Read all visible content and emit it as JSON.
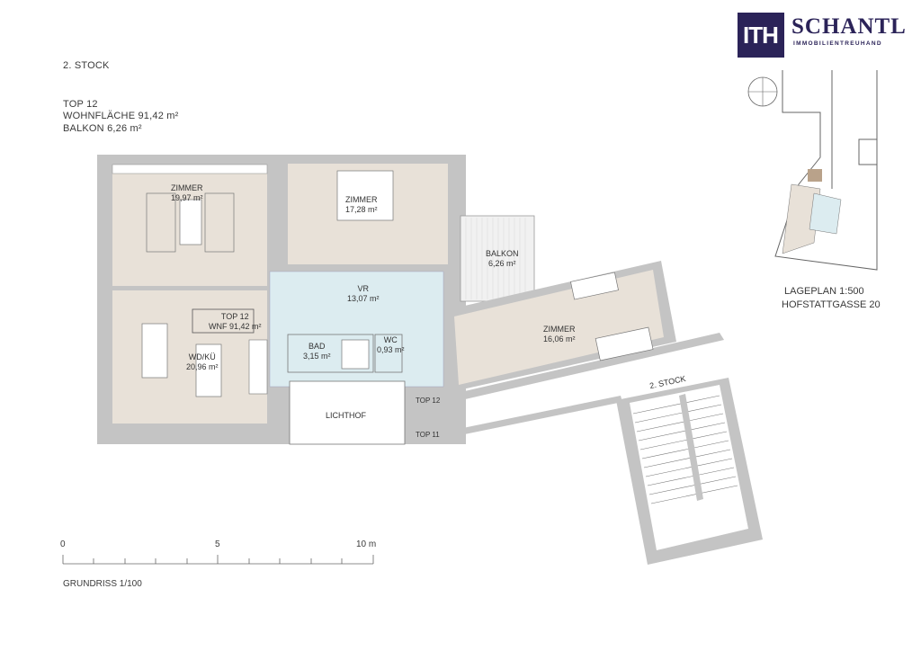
{
  "header": {
    "floor": "2. STOCK",
    "unit": "TOP  12",
    "living_area": "WOHNFLÄCHE 91,42 m²",
    "balcony_area": "BALKON 6,26 m²"
  },
  "brand": {
    "logo_mark": "ITH",
    "name": "SCHANTL",
    "tagline": "IMMOBILIENTREUHAND",
    "color": "#2b2358"
  },
  "site_plan": {
    "label_line1": "LAGEPLAN 1:500",
    "label_line2": "HOFSTATTGASSE 20"
  },
  "rooms": [
    {
      "name": "ZIMMER",
      "area": "19,97 m²"
    },
    {
      "name": "ZIMMER",
      "area": "17,28 m²"
    },
    {
      "name": "BALKON",
      "area": "6,26 m²"
    },
    {
      "name": "VR",
      "area": "13,07 m²"
    },
    {
      "name": "WD/KÜ",
      "area": "20,96 m²"
    },
    {
      "name": "BAD",
      "area": "3,15 m²"
    },
    {
      "name": "WC",
      "area": "0,93 m²"
    },
    {
      "name": "ZIMMER",
      "area": "16,06 m²"
    },
    {
      "name": "LICHTHOF",
      "area": ""
    }
  ],
  "unit_tag": {
    "line1": "TOP 12",
    "line2": "WNF 91,42 m²"
  },
  "door_labels": {
    "top12": "TOP 12",
    "top11": "TOP 11"
  },
  "stair_label": "2. STOCK",
  "scale_bar": {
    "ticks": [
      "0",
      "5",
      "10 m"
    ],
    "caption": "GRUNDRISS 1/100"
  },
  "colors": {
    "room_fill": "#e8e1d8",
    "hall_fill": "#dcecf0",
    "wall": "#c4c4c4",
    "kitchen_tag": "#e8e1d8"
  }
}
